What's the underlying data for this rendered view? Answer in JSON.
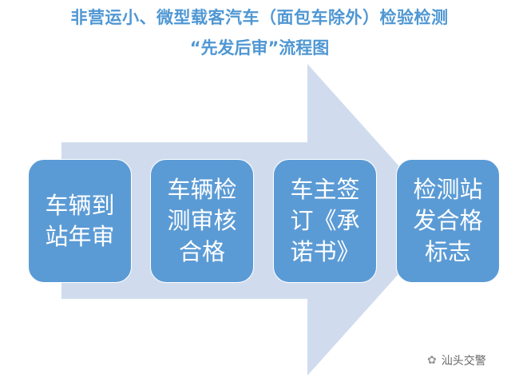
{
  "title": {
    "line1": "非营运小、微型载客汽车（面包车除外）检验检测",
    "line2": "“先发后审”流程图"
  },
  "steps": [
    {
      "label": "车辆到站年审"
    },
    {
      "label": "车辆检测审核合格"
    },
    {
      "label": "车主签订《承诺书》"
    },
    {
      "label": "检测站发合格标志"
    }
  ],
  "watermark": {
    "icon": "wechat-icon",
    "text": "汕头交警"
  },
  "colors": {
    "title": "#4f97d3",
    "box": "#5b9bd5",
    "arrow": "#d0dcee"
  }
}
